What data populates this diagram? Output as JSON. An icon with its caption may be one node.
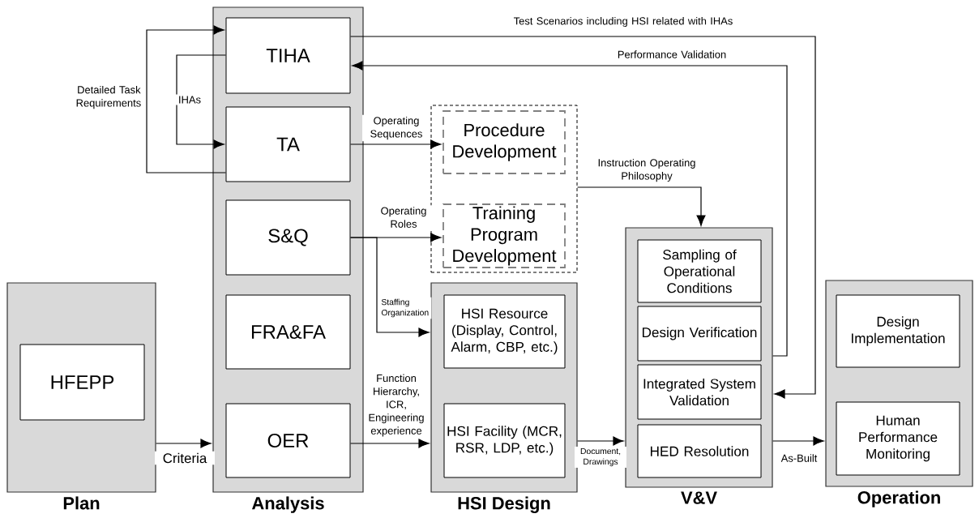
{
  "diagram": {
    "nodes": [
      {
        "text": [
          "Plan"
        ]
      },
      {
        "text": [
          "HFEPP"
        ],
        "in": 0
      },
      {
        "text": [
          "Analysis"
        ]
      },
      {
        "text": [
          "TIHA"
        ],
        "in": 2
      },
      {
        "text": [
          "TA"
        ],
        "in": 2
      },
      {
        "text": [
          "S&Q"
        ],
        "in": 2
      },
      {
        "text": [
          "FRA&FA"
        ],
        "in": 2
      },
      {
        "text": [
          "OER"
        ],
        "in": 2
      },
      {
        "text": [],
        "shape": "box"
      },
      {
        "text": [
          "Procedure Development"
        ],
        "in": 8
      },
      {
        "text": [
          "Training Program Development"
        ],
        "in": 8
      },
      {
        "text": [
          "HSI Design"
        ]
      },
      {
        "text": [
          "HSI Resource (Display, Control, Alarm, CBP, etc.)"
        ],
        "in": 11
      },
      {
        "text": [
          "HSI Facility (MCR, RSR, LDP, etc.)"
        ],
        "in": 11
      },
      {
        "text": [
          "V&V"
        ]
      },
      {
        "text": [
          "Sampling of Operational Conditions"
        ],
        "in": 14
      },
      {
        "text": [
          "Design Verification"
        ],
        "in": 14
      },
      {
        "text": [
          "Integrated System Validation"
        ],
        "in": 14
      },
      {
        "text": [
          "HED Resolution"
        ],
        "in": 14
      },
      {
        "text": [
          "Operation"
        ]
      },
      {
        "text": [
          "Design Implementation"
        ],
        "in": 19
      },
      {
        "text": [
          "Human Performance Monitoring"
        ],
        "in": 19
      }
    ],
    "edges": [
      {
        "from": 0,
        "to": 2,
        "arrow": "to",
        "label": "Criteria"
      },
      {
        "from": 4,
        "to": 3,
        "arrow": "to",
        "label": "Detailed Task Requirements"
      },
      {
        "from": 3,
        "to": 4,
        "arrow": "to",
        "label": "IHAs"
      },
      {
        "from": 4,
        "to": 9,
        "arrow": "to",
        "label": "Operating Sequences"
      },
      {
        "from": 5,
        "to": 10,
        "arrow": "to",
        "label": "Operating Roles"
      },
      {
        "from": 5,
        "to": 11,
        "arrow": "to",
        "label": "Staffing Organization"
      },
      {
        "from": 7,
        "to": 11,
        "arrow": "to",
        "label": "Function Hierarchy, ICR, Engineering experience"
      },
      {
        "from": 11,
        "to": 14,
        "arrow": "to",
        "label": "Document, Drawings"
      },
      {
        "from": 14,
        "to": 19,
        "arrow": "to",
        "label": "As-Built"
      },
      {
        "from": 3,
        "to": 14,
        "arrow": "to",
        "label": "Test Scenarios including HSI related with IHAs"
      },
      {
        "from": 14,
        "to": 3,
        "arrow": "to",
        "label": "Performance Validation"
      },
      {
        "from": 8,
        "to": 14,
        "arrow": "to",
        "label": "Instruction Operating Philosophy"
      }
    ]
  }
}
